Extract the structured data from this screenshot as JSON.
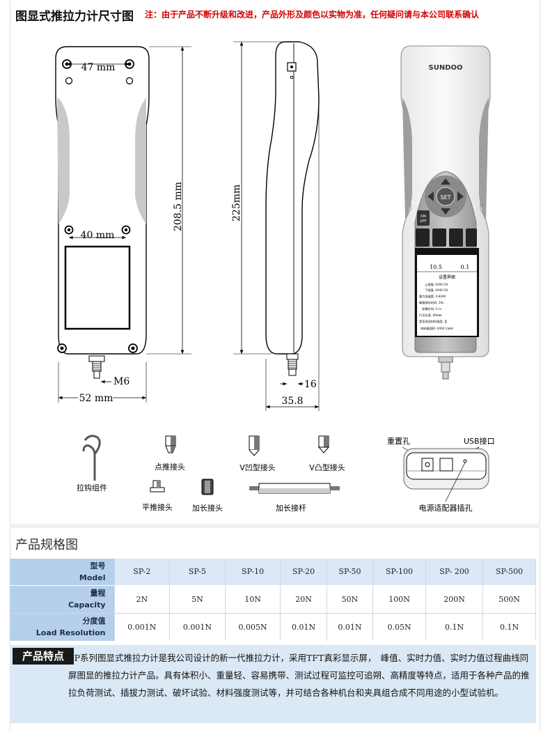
{
  "header": {
    "title": "图显式推拉力计尺寸图",
    "notice": "注：由于产品不断升级和改进，产品外形及颜色以实物为准，任何疑问请与本公司联系确认"
  },
  "drawing": {
    "dim_47": "47 mm",
    "dim_40": "40 mm",
    "dim_208": "208.5 mm",
    "dim_225": "225mm",
    "dim_m6": "M6",
    "dim_52": "52 mm",
    "dim_16": "16",
    "dim_358": "35.8",
    "brand": "SUNDOO",
    "set_label": "SET",
    "on_off": "ON OFF",
    "screen_reading_left": "10.5",
    "screen_reading_right": "0.1",
    "screen_title": "设置界面",
    "screen_lines": [
      "上限值: 0099.5N",
      "下限值: 0049.5N",
      "重力加速度: 9.8000",
      "峰值保存时间: 20s",
      "采集时间: 0.1s",
      "行位长度: 00mm",
      "是否测试材料强度: 否",
      "材料截面积: 0000.1mm²"
    ]
  },
  "accessories": {
    "hook": "拉钩组件",
    "point": "点推接头",
    "v_concave": "V凹型接头",
    "v_convex": "V凸型接头",
    "flat": "平推接头",
    "extend_head": "加长接头",
    "extend_rod": "加长接杆",
    "reset_hole": "重置孔",
    "usb_port": "USB接口",
    "power_jack": "电源适配器插孔"
  },
  "spec": {
    "heading": "产品规格图",
    "rows": [
      {
        "label_cn": "型号",
        "label_en": "Model",
        "values": [
          "SP-2",
          "SP-5",
          "SP-10",
          "SP-20",
          "SP-50",
          "SP-100",
          "SP- 200",
          "SP-500"
        ]
      },
      {
        "label_cn": "量程",
        "label_en": "Capacity",
        "values": [
          "2N",
          "5N",
          "10N",
          "20N",
          "50N",
          "100N",
          "200N",
          "500N"
        ]
      },
      {
        "label_cn": "分度值",
        "label_en": "Load Resolution",
        "values": [
          "0.001N",
          "0.001N",
          "0.005N",
          "0.01N",
          "0.01N",
          "0.05N",
          "0.1N",
          "0.1N"
        ]
      }
    ]
  },
  "features": {
    "label": "产品特点",
    "text": "SP系列图显式推拉力计是我公司设计的新一代推拉力计，采用TFT真彩显示屏，　峰值、实时力值、实时力值过程曲线同屏图显的推拉力计产品。具有体积小、重量轻、容易携带、测试过程可监控可追朔、高精度等特点，适用于各种产品的推拉负荷测试、插拔力测试、破坏试验、材料强度测试等，并可结合各种机台和夹具组合成不同用途的小型试验机。"
  }
}
